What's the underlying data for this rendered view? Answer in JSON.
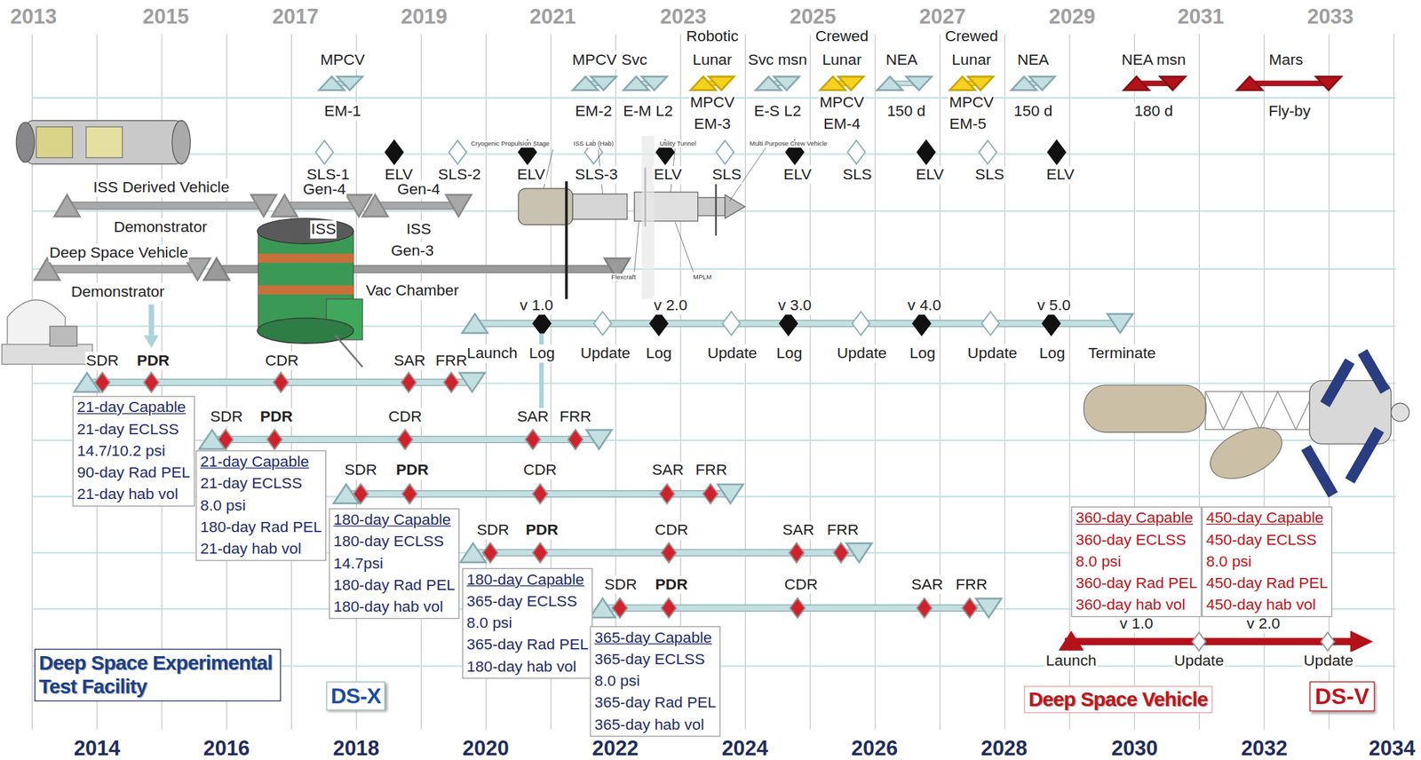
{
  "diagram": {
    "nodes": [
      {
        "text": [
          "Deep Space Experimental Test Facility"
        ]
      },
      {
        "text": [
          "DS-X"
        ]
      },
      {
        "text": [
          "21-day Capable",
          "21-day ECLSS",
          "14.7/10.2 psi",
          "90-day Rad PEL",
          "21-day hab vol"
        ]
      },
      {
        "text": [
          "21-day Capable",
          "21-day ECLSS",
          "8.0 psi",
          "180-day Rad PEL",
          "21-day hab vol"
        ]
      },
      {
        "text": [
          "180-day Capable",
          "180-day ECLSS",
          "14.7psi",
          "180-day Rad PEL",
          "180-day hab vol"
        ]
      },
      {
        "text": [
          "180-day Capable",
          "365-day ECLSS",
          "8.0 psi",
          "365-day Rad PEL",
          "180-day hab vol"
        ]
      },
      {
        "text": [
          "365-day Capable",
          "365-day ECLSS",
          "8.0 psi",
          "365-day Rad PEL",
          "365-day hab vol"
        ]
      },
      {
        "text": [
          "360-day Capable",
          "360-day ECLSS",
          "8.0 psi",
          "360-day Rad PEL",
          "360-day hab vol"
        ]
      },
      {
        "text": [
          "450-day Capable",
          "450-day ECLSS",
          "8.0 psi",
          "450-day Rad PEL",
          "450-day hab vol"
        ]
      },
      {
        "text": [
          "Deep Space Vehicle"
        ]
      },
      {
        "text": [
          "DS-V"
        ]
      }
    ],
    "labels": [
      "2013",
      "2015",
      "2017",
      "2019",
      "2021",
      "2023",
      "2025",
      "2027",
      "2029",
      "2031",
      "2033",
      "2014",
      "2016",
      "2018",
      "2020",
      "2022",
      "2024",
      "2026",
      "2028",
      "2030",
      "2032",
      "2034",
      "MPCV",
      "EM-1",
      "MPCV",
      "Svc",
      "EM-2",
      "E-M L2",
      "Robotic",
      "Lunar",
      "MPCV",
      "EM-3",
      "Svc msn",
      "E-S L2",
      "Crewed",
      "Lunar",
      "MPCV",
      "EM-4",
      "NEA",
      "150 d",
      "Crewed",
      "Lunar",
      "MPCV",
      "EM-5",
      "NEA",
      "150 d",
      "NEA msn",
      "180 d",
      "Mars",
      "Fly-by",
      "SLS-1",
      "ELV",
      "SLS-2",
      "ELV",
      "SLS-3",
      "ELV",
      "SLS",
      "ELV",
      "SLS",
      "ELV",
      "SLS",
      "ELV",
      "Cryogenic Propulsion Stage",
      "ISS Lab (Hab)",
      "Utility Tunnel",
      "Multi Purpose Crew Vehicle",
      "MPLM",
      "Flexcraft",
      "ISS Derived Vehicle",
      "Gen-4",
      "Gen-4",
      "Demonstrator",
      "ISS",
      "ISS",
      "Deep Space Vehicle",
      "Gen-3",
      "Demonstrator",
      "Vac Chamber",
      "v 1.0",
      "v 2.0",
      "v 3.0",
      "v 4.0",
      "v 5.0",
      "Launch",
      "Log",
      "Update",
      "Log",
      "Update",
      "Log",
      "Update",
      "Log",
      "Update",
      "Log",
      "Terminate",
      "SDR",
      "PDR",
      "CDR",
      "SAR",
      "FRR",
      "SDR",
      "PDR",
      "CDR",
      "SAR",
      "FRR",
      "SDR",
      "PDR",
      "CDR",
      "SAR",
      "FRR",
      "SDR",
      "PDR",
      "CDR",
      "SAR",
      "FRR",
      "SDR",
      "PDR",
      "CDR",
      "SAR",
      "FRR",
      "v 1.0",
      "v 2.0",
      "Launch",
      "Update",
      "Update"
    ]
  }
}
